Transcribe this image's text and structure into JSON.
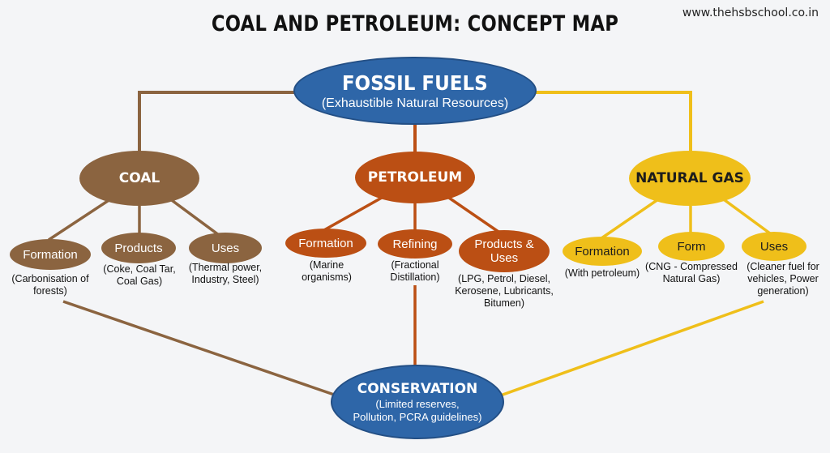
{
  "title": "COAL AND PETROLEUM: CONCEPT MAP",
  "website": "www.thehsbschool.co.in",
  "colors": {
    "coal": "#8b6440",
    "petroleum": "#bb4f14",
    "natural_gas": "#efbf1a",
    "root": "#2e66a8"
  },
  "root": {
    "label": "FOSSIL FUELS",
    "sub": "(Exhaustible Natural Resources)"
  },
  "categories": {
    "coal": {
      "label": "COAL",
      "children": [
        {
          "label": "Formation",
          "desc": "(Carbonisation of forests)"
        },
        {
          "label": "Products",
          "desc": "(Coke, Coal Tar, Coal Gas)"
        },
        {
          "label": "Uses",
          "desc": "(Thermal power, Industry, Steel)"
        }
      ]
    },
    "petroleum": {
      "label": "PETROLEUM",
      "children": [
        {
          "label": "Formation",
          "desc": "(Marine organisms)"
        },
        {
          "label": "Refining",
          "desc": "(Fractional Distillation)"
        },
        {
          "label": "Products & Uses",
          "desc": "(LPG, Petrol, Diesel, Kerosene, Lubricants, Bitumen)"
        }
      ]
    },
    "natural_gas": {
      "label": "NATURAL GAS",
      "children": [
        {
          "label": "Formation",
          "desc": "(With petroleum)"
        },
        {
          "label": "Form",
          "desc": "(CNG - Compressed Natural Gas)"
        },
        {
          "label": "Uses",
          "desc": "(Cleaner fuel for vehicles, Power generation)"
        }
      ]
    }
  },
  "conservation": {
    "label": "CONSERVATION",
    "sub": "(Limited reserves, Pollution, PCRA guidelines)"
  }
}
